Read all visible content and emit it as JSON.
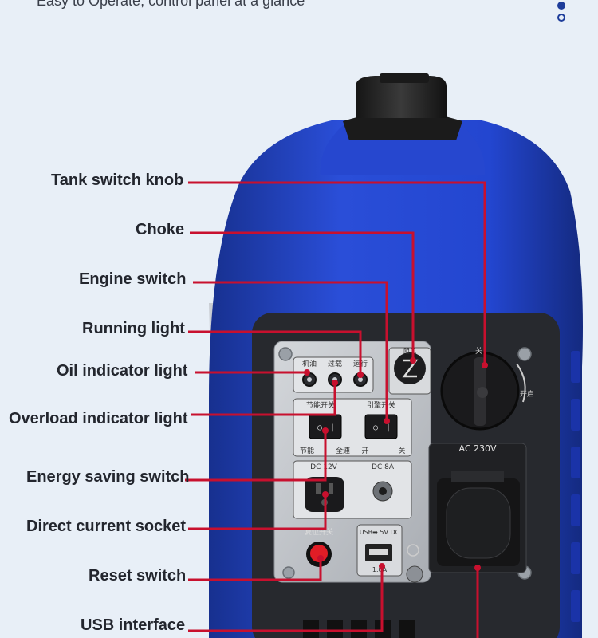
{
  "tagline": "Easy to Operate, control panel at a glance",
  "pager": {
    "count": 2,
    "active_index": 0
  },
  "callouts": [
    {
      "id": "tank-switch-knob",
      "label": "Tank switch knob"
    },
    {
      "id": "choke",
      "label": "Choke"
    },
    {
      "id": "engine-switch",
      "label": "Engine switch"
    },
    {
      "id": "running-light",
      "label": "Running light"
    },
    {
      "id": "oil-indicator-light",
      "label": "Oil indicator light"
    },
    {
      "id": "overload-indicator-light",
      "label": "Overload indicator light"
    },
    {
      "id": "energy-saving-switch",
      "label": "Energy saving switch"
    },
    {
      "id": "direct-current-socket",
      "label": "Direct current socket"
    },
    {
      "id": "reset-switch",
      "label": "Reset switch"
    },
    {
      "id": "usb-interface",
      "label": "USB interface"
    }
  ],
  "panel": {
    "oil_light_label": "机油",
    "overload_light_label": "过载",
    "running_light_label": "运行",
    "eco_switch_title": "节能开关",
    "engine_switch_title": "引擎开关",
    "eco_left": "节能",
    "eco_right": "全速",
    "engine_on": "开",
    "engine_off": "关",
    "dc_12v": "DC 12V",
    "dc_8a": "DC 8A",
    "reset_label": "复位开关",
    "usb_label": "USB➡ 5V DC",
    "usb_current": "1.0A",
    "ac_label": "AC 230V",
    "choke_label": "阻风",
    "tank_off": "关",
    "tank_on": "开启"
  },
  "colors": {
    "body_blue": "#1f3ec8",
    "panel_dark": "#27292e",
    "faceplate": "#c4c7cc",
    "leader_red": "#c8102e",
    "background": "#e8eff7"
  }
}
